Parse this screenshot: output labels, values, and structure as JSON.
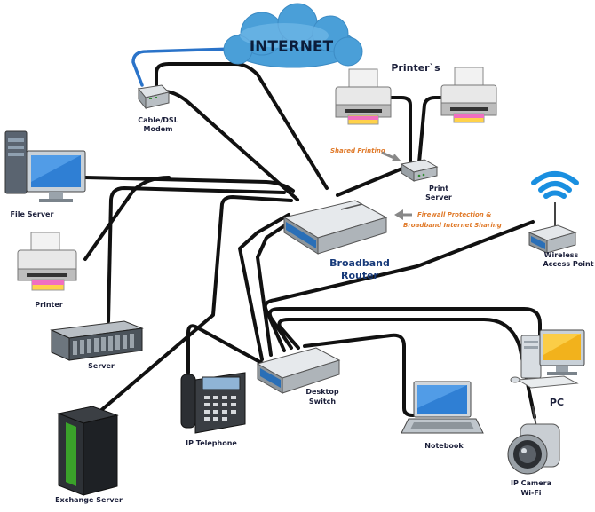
{
  "internet": {
    "label": "INTERNET"
  },
  "modem": {
    "line1": "Cable/DSL",
    "line2": "Modem"
  },
  "printers_group": {
    "label": "Printer`s"
  },
  "print_server": {
    "line1": "Print",
    "line2": "Server"
  },
  "shared_printing": {
    "label": "Shared Printing"
  },
  "router": {
    "line1": "Broadband",
    "line2": "Router"
  },
  "firewall_note": {
    "line1": "Firewall Protection &",
    "line2": "Broadband Internet Sharing"
  },
  "file_server": {
    "label": "File Server"
  },
  "printer": {
    "label": "Printer"
  },
  "server": {
    "label": "Server"
  },
  "wireless_ap": {
    "line1": "Wireless",
    "line2": "Access Point"
  },
  "desktop_switch": {
    "line1": "Desktop",
    "line2": "Switch"
  },
  "pc": {
    "label": "PC"
  },
  "ip_telephone": {
    "label": "IP Telephone"
  },
  "notebook": {
    "label": "Notebook"
  },
  "exchange_server": {
    "label": "Exchange Server"
  },
  "ip_camera": {
    "line1": "IP Camera",
    "line2": "Wi-Fi"
  },
  "colors": {
    "cable": "#111111",
    "cloud": "#4a9fd8",
    "wifi": "#1a8fe0",
    "note": "#e07a2a"
  }
}
